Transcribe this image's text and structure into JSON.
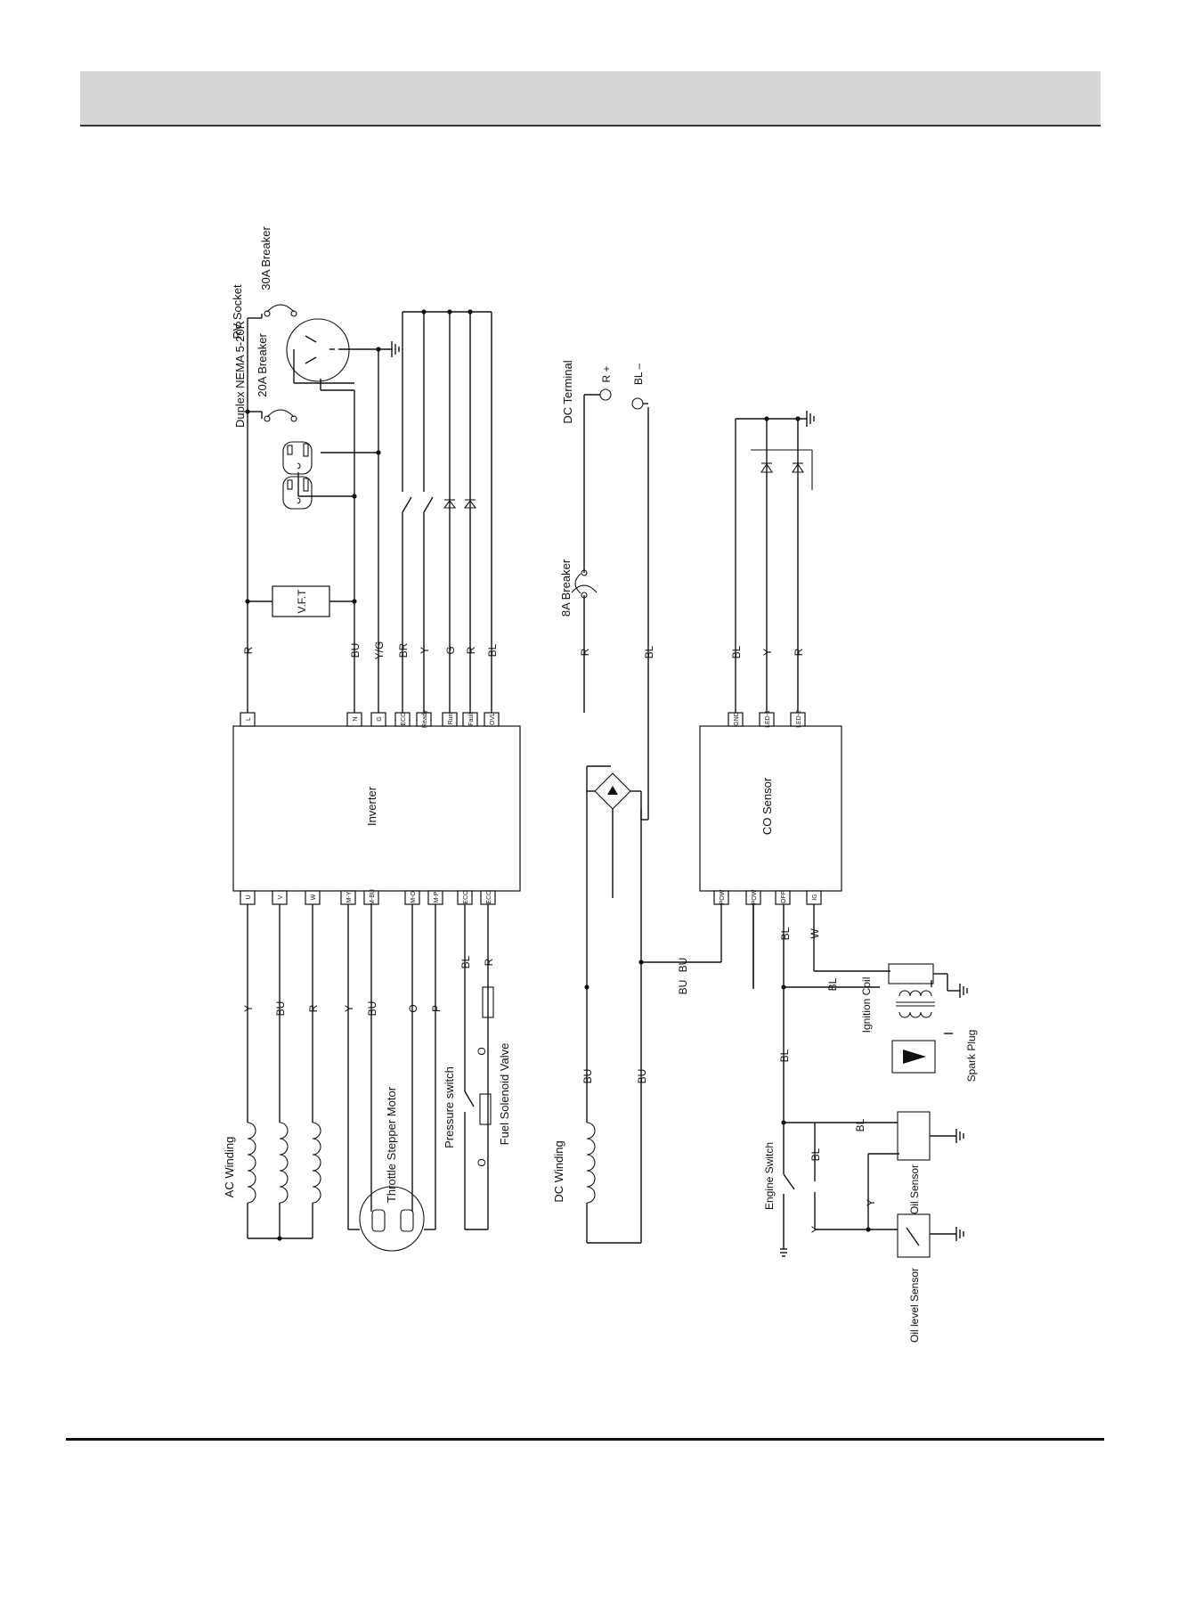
{
  "diagram": {
    "blocks": {
      "inverter": "Inverter",
      "co_sensor": "CO Sensor"
    },
    "components": {
      "duplex": "Duplex NEMA 5-20R",
      "rv_socket": "RV Socket",
      "breaker_20a": "20A Breaker",
      "breaker_30a": "30A Breaker",
      "vft": "V.F.T",
      "dc_terminal": "DC Terminal",
      "breaker_8a": "8A Breaker",
      "ac_winding": "AC Winding",
      "throttle_motor": "Throttle Stepper Motor",
      "pressure_switch": "Pressure switch",
      "fuel_valve": "Fuel Solenoid Valve",
      "dc_winding": "DC Winding",
      "engine_switch": "Engine Switch",
      "oil_sensor": "Oil Sensor",
      "oil_level_sensor": "Oil level Sensor",
      "ignition_coil": "Ignition Coil",
      "spark_plug": "Spark Plug"
    },
    "inverter_top_pins": [
      "L",
      "N",
      "G",
      "ECO",
      "Ready",
      "Run",
      "Fault",
      "OVL"
    ],
    "inverter_top_wires": [
      "R",
      "BU",
      "Y/G",
      "BR",
      "Y",
      "G",
      "R",
      "BL"
    ],
    "inverter_bottom_pins": [
      "U",
      "V",
      "W",
      "M-Y",
      "M-BU",
      "M-O",
      "M-P",
      "ECO",
      "ECO"
    ],
    "ac_winding_wires": [
      "Y",
      "BU",
      "R"
    ],
    "motor_wires": [
      "Y",
      "BU",
      "O",
      "P"
    ],
    "eco_wires": [
      "BL",
      "R"
    ],
    "fuel_wires": [
      "O",
      "O"
    ],
    "dc_terminal_pins": [
      "R +",
      "BL –"
    ],
    "dc_wires": [
      "R",
      "BL"
    ],
    "dc_winding_wires": [
      "BU",
      "BU"
    ],
    "bridge_wires": [
      "BU",
      "BU"
    ],
    "co_top_pins": [
      "GND",
      "LED-1",
      "LED-2"
    ],
    "co_top_wires": [
      "BL",
      "Y",
      "R"
    ],
    "co_bottom_pins": [
      "POW",
      "POW",
      "OFF",
      "IG"
    ],
    "co_bottom_wires": [
      "BL",
      "W"
    ],
    "ign_wire": "BL",
    "engine_wires": [
      "BL",
      "BL",
      "BL",
      "Y",
      "Y"
    ]
  }
}
